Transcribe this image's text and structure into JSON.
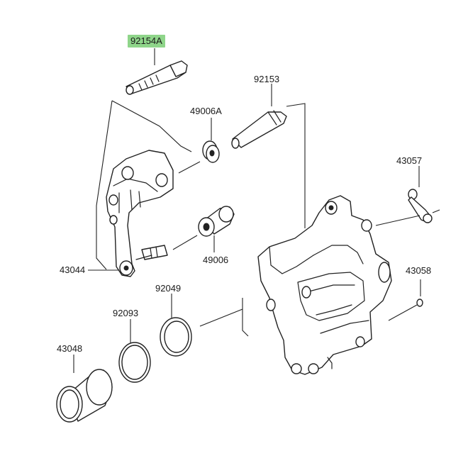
{
  "labels": {
    "p92154A": "92154A",
    "p92153": "92153",
    "p49006A": "49006A",
    "p43057": "43057",
    "p43044": "43044",
    "p49006": "49006",
    "p92049": "92049",
    "p43058": "43058",
    "p92093": "92093",
    "p43048": "43048"
  },
  "colors": {
    "highlight": "#8fd58a",
    "line": "#222222",
    "background": "#ffffff"
  }
}
